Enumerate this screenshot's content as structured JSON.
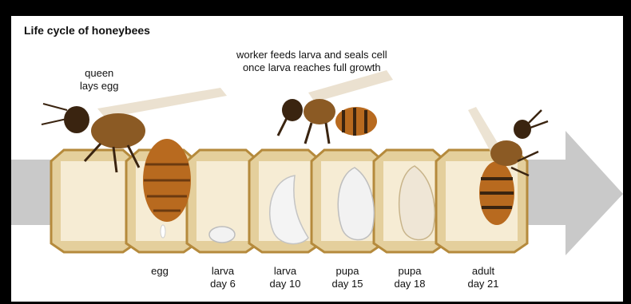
{
  "title": "Life cycle of honeybees",
  "annotations": {
    "queen": [
      "queen",
      "lays egg"
    ],
    "worker": [
      "worker feeds larva and seals cell",
      "once larva reaches full growth"
    ]
  },
  "stages": [
    {
      "line1": "egg",
      "line2": ""
    },
    {
      "line1": "larva",
      "line2": "day 6"
    },
    {
      "line1": "larva",
      "line2": "day 10"
    },
    {
      "line1": "pupa",
      "line2": "day 15"
    },
    {
      "line1": "pupa",
      "line2": "day 18"
    },
    {
      "line1": "adult",
      "line2": "day 21"
    }
  ],
  "colors": {
    "arrow": "#c9c9c9",
    "cell_wall": "#e4cf9c",
    "cell_edge": "#b58a3c",
    "cell_inner": "#f6ecd4",
    "bee_body": "#b86a1f",
    "bee_dark": "#3a2410"
  }
}
